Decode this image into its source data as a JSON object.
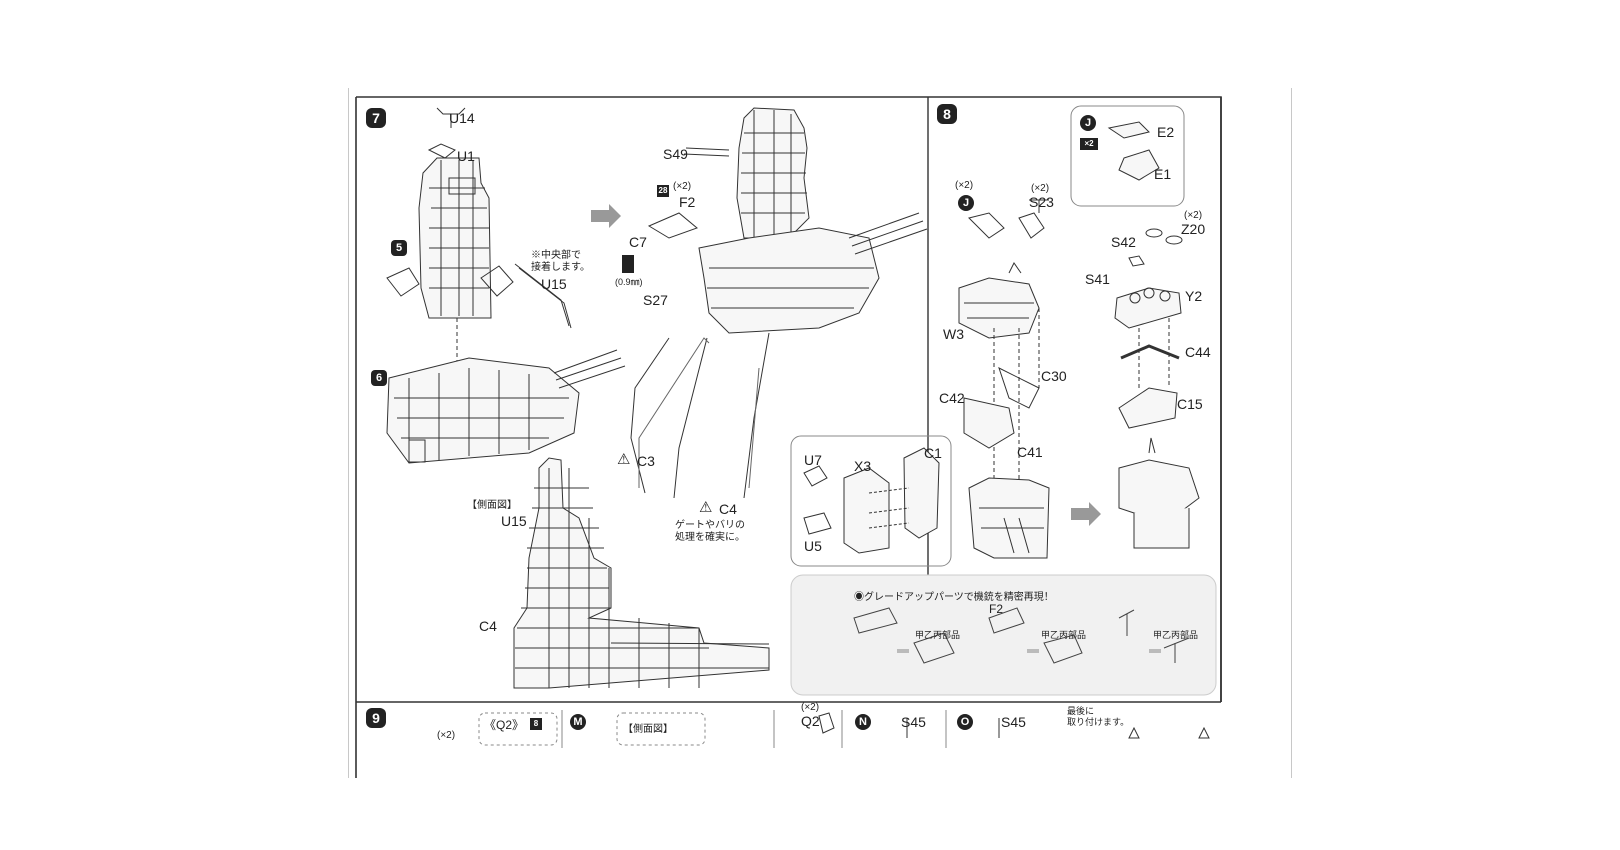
{
  "steps": {
    "step7": {
      "number": "7"
    },
    "step8": {
      "number": "8"
    },
    "step9": {
      "number": "9"
    }
  },
  "sub_badges": {
    "s5": "5",
    "s6": "6",
    "j1": "J",
    "j2": "J",
    "m": "M",
    "n": "N",
    "o": "O"
  },
  "square_badges": {
    "b28": "28",
    "x2": "×2",
    "b8": "8"
  },
  "parts": {
    "u14": "U14",
    "u1": "U1",
    "u15": "U15",
    "u15b": "U15",
    "s49": "S49",
    "f2": "F2",
    "c7": "C7",
    "s27": "S27",
    "c3": "C3",
    "c4": "C4",
    "c4b": "C4",
    "e2": "E2",
    "e1": "E1",
    "s23": "S23",
    "s42": "S42",
    "z20": "Z20",
    "s41": "S41",
    "y2": "Y2",
    "c44": "C44",
    "c15": "C15",
    "w3": "W3",
    "c30": "C30",
    "c42": "C42",
    "c41": "C41",
    "u7": "U7",
    "x3": "X3",
    "c1": "C1",
    "u5": "U5",
    "f2b": "F2",
    "q2": "Q2",
    "q2b": "《Q2》",
    "s45": "S45",
    "s45b": "S45"
  },
  "qty": {
    "f2": "(×2)",
    "j1": "(×2)",
    "s23": "(×2)",
    "z20": "(×2)",
    "step9": "(×2)",
    "q2": "(×2)"
  },
  "notes": {
    "center_join": "※中央部で\n接着します。",
    "drill": "(0.9㎜)",
    "side_view": "【側面図】",
    "side_view_b": "【側面図】",
    "gate_note": "ゲートやバリの\n処理を確実に。",
    "upgrade": "◉グレードアップパーツで機銃を精密再現！",
    "kouotsu1": "甲乙丙部品",
    "kouotsu2": "甲乙丙部品",
    "kouotsu3": "甲乙丙部品",
    "last_attach": "最後に\n取り付けます。"
  },
  "icons": {
    "warning": "warning-triangle-icon",
    "next": "next-arrow-icon",
    "drill": "drill-icon"
  }
}
